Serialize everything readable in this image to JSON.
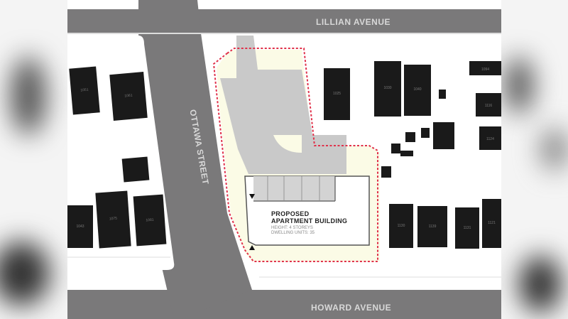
{
  "map": {
    "streets": {
      "north": "LILLIAN AVENUE",
      "south": "HOWARD AVENUE",
      "west": "OTTAWA STREET"
    },
    "site": {
      "title_line1": "PROPOSED",
      "title_line2": "APARTMENT BUILDING",
      "sub_line1": "HEIGHT: 4 STOREYS",
      "sub_line2": "DWELLING UNITS: 35",
      "boundary_color": "#e0314a",
      "landscape_color": "#fbfbe6",
      "paving_color": "#c9c9c9",
      "building_fill": "#ffffff"
    },
    "houses": [
      {
        "label": "1051"
      },
      {
        "label": "1061"
      },
      {
        "label": "1043"
      },
      {
        "label": "1075"
      },
      {
        "label": "1081"
      },
      {
        "label": "1025"
      },
      {
        "label": "1030"
      },
      {
        "label": "1040"
      },
      {
        "label": "1094"
      },
      {
        "label": "1116"
      },
      {
        "label": "1124"
      },
      {
        "label": "1130"
      },
      {
        "label": "1139"
      },
      {
        "label": "1131"
      },
      {
        "label": "1121"
      }
    ],
    "colors": {
      "road": "#7a797a",
      "building": "#1a1a1a",
      "background": "#ffffff"
    }
  }
}
